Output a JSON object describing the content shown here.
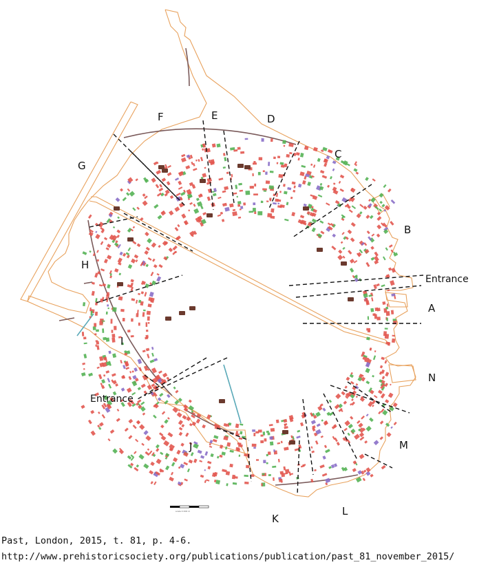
{
  "map": {
    "colors": {
      "boundary": "#e8a15c",
      "house_red": "#e25850",
      "house_green": "#55b255",
      "house_purple": "#8a6fc8",
      "dwelling_brown": "#6b3a2e",
      "ditch": "#7a5a5a",
      "stream": "#5aa9b8",
      "divider": "#111111"
    },
    "sectors": [
      "A",
      "B",
      "C",
      "D",
      "E",
      "F",
      "G",
      "H",
      "I",
      "J",
      "K",
      "L",
      "M",
      "N"
    ],
    "entrances": [
      "Entrance",
      "Entrance"
    ],
    "scale_bar_text": "scale 0 200 m"
  },
  "caption": {
    "line1": "Past, London, 2015, t. 81, p. 4-6.",
    "line2": "http://www.prehistoricsociety.org/publications/publication/past_81_november_2015/"
  }
}
